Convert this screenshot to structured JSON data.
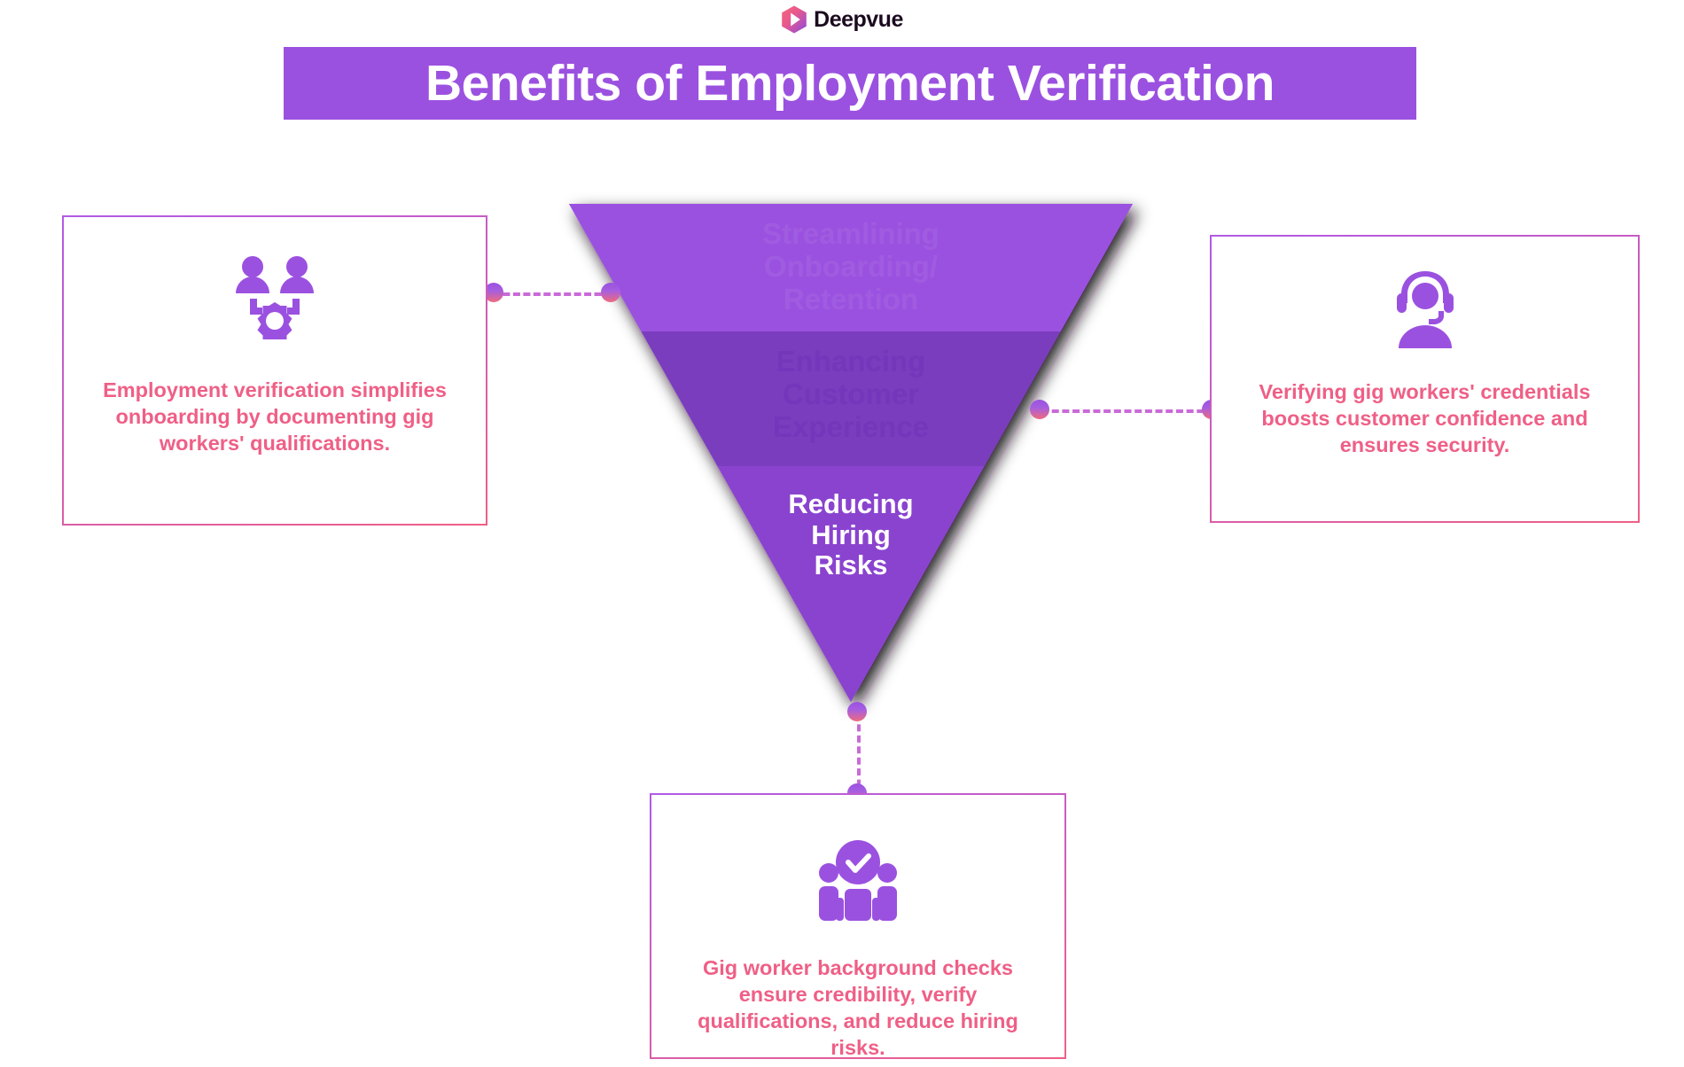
{
  "brand": {
    "name": "Deepvue",
    "logo_icon": "hexagon-play-logo",
    "colors": {
      "pink": "#ef5f86",
      "purple": "#9b51e0",
      "dark": "#1b0b1f"
    }
  },
  "header": {
    "title": "Benefits of Employment Verification",
    "banner_color": "#9b51e0",
    "title_color": "#ffffff"
  },
  "funnel": {
    "shape": "inverted-triangle",
    "bands": [
      {
        "label": "Streamlining Onboarding/Retention",
        "lines": [
          "Streamlining",
          "Onboarding/",
          "Retention"
        ],
        "fill": "#9b51e0",
        "text_color": "#a05ce0"
      },
      {
        "label": "Enhancing Customer Experience",
        "lines": [
          "Enhancing",
          "Customer",
          "Experience"
        ],
        "fill": "#7a3dbe",
        "text_color": "#7436ba"
      },
      {
        "label": "Reducing Hiring Risks",
        "lines": [
          "Reducing",
          "Hiring",
          "Risks"
        ],
        "fill": "#8a43cf",
        "text_color": "#ffffff"
      }
    ]
  },
  "cards": {
    "left": {
      "icon": "team-gear-icon",
      "text": "Employment verification simplifies onboarding by documenting gig workers' qualifications."
    },
    "right": {
      "icon": "support-headset-icon",
      "text": "Verifying gig workers' credentials boosts customer confidence and ensures security."
    },
    "bottom": {
      "icon": "verified-group-icon",
      "text": "Gig worker background checks ensure credibility, verify qualifications, and reduce hiring risks."
    }
  },
  "connectors": {
    "style": "dashed",
    "color": "#c96ad8",
    "dot_gradient_top": "#9b51e0",
    "dot_gradient_bottom": "#f06a7e"
  }
}
